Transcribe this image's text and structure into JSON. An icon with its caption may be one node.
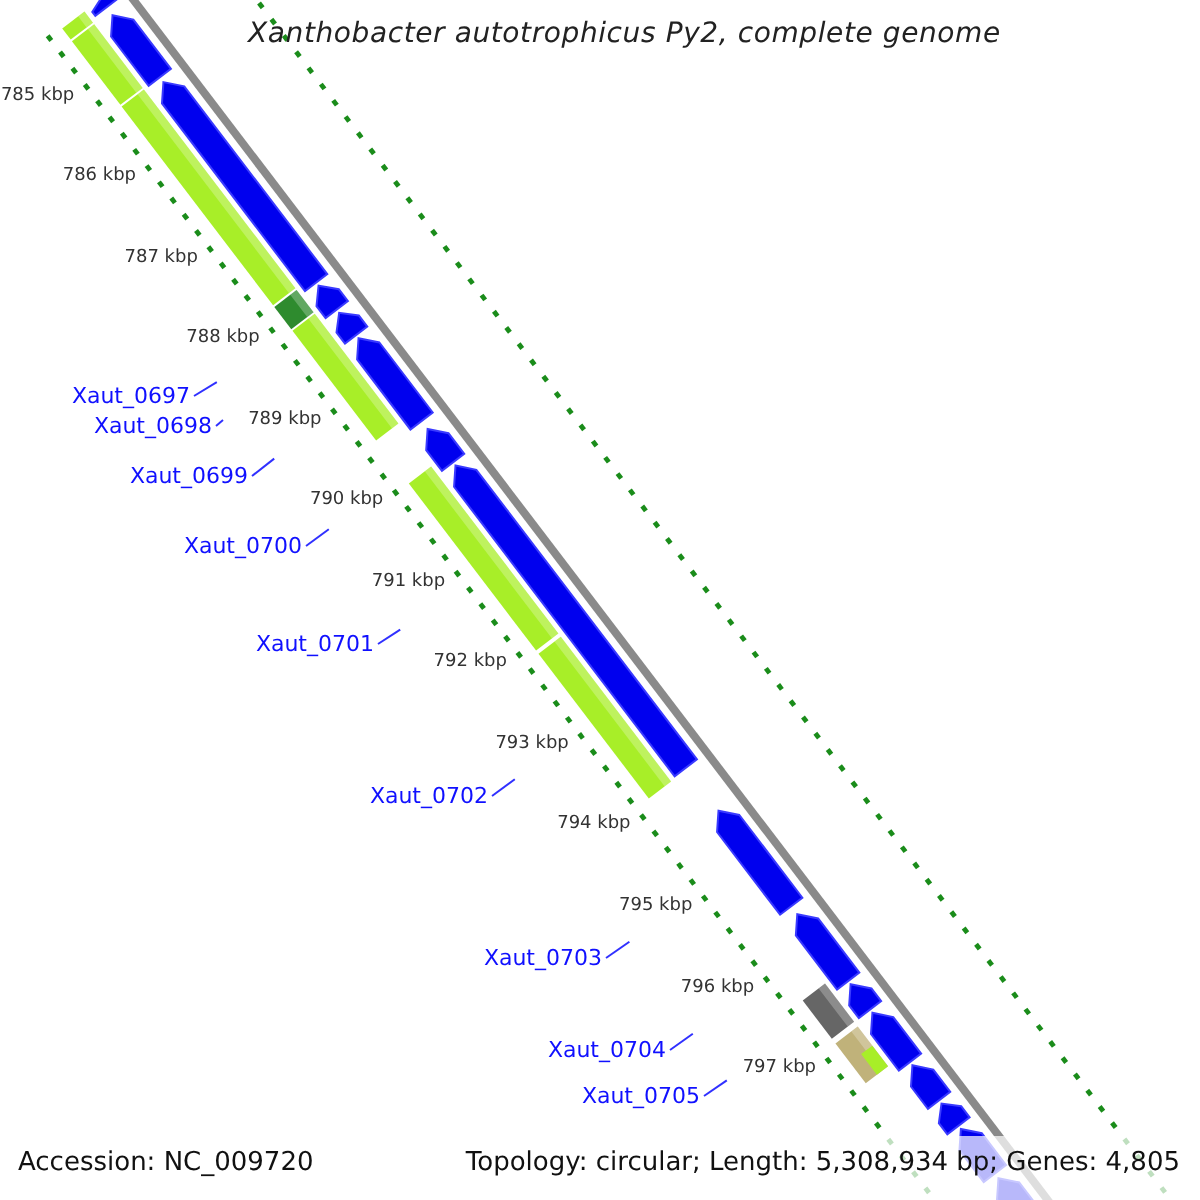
{
  "diagram": {
    "title": "Xanthobacter autotrophicus Py2, complete genome",
    "nodes": [
      {
        "text": [
          "Xaut_0697"
        ]
      },
      {
        "text": [
          "Xaut_0698"
        ]
      },
      {
        "text": [
          "Xaut_0699"
        ]
      },
      {
        "text": [
          "Xaut_0700"
        ]
      },
      {
        "text": [
          "Xaut_0701"
        ]
      },
      {
        "text": [
          "Xaut_0702"
        ]
      },
      {
        "text": [
          "Xaut_0703"
        ]
      },
      {
        "text": [
          "Xaut_0704"
        ]
      },
      {
        "text": [
          "Xaut_0705"
        ]
      }
    ],
    "edges": [
      {
        "from": 0,
        "to": null,
        "arrow": "none"
      },
      {
        "from": 1,
        "to": null,
        "arrow": "none"
      },
      {
        "from": 2,
        "to": null,
        "arrow": "none"
      },
      {
        "from": 3,
        "to": null,
        "arrow": "none"
      },
      {
        "from": 4,
        "to": null,
        "arrow": "none"
      },
      {
        "from": 5,
        "to": null,
        "arrow": "none"
      },
      {
        "from": 6,
        "to": null,
        "arrow": "none"
      },
      {
        "from": 7,
        "to": null,
        "arrow": "none"
      },
      {
        "from": 8,
        "to": null,
        "arrow": "none"
      }
    ],
    "labels": [
      "785 kbp",
      "786 kbp",
      "787 kbp",
      "788 kbp",
      "789 kbp",
      "790 kbp",
      "791 kbp",
      "792 kbp",
      "793 kbp",
      "794 kbp",
      "795 kbp",
      "796 kbp",
      "797 kbp",
      "Accession: NC_009720",
      "Topology: circular; Length: 5,308,934 bp; Genes: 4,805"
    ]
  }
}
